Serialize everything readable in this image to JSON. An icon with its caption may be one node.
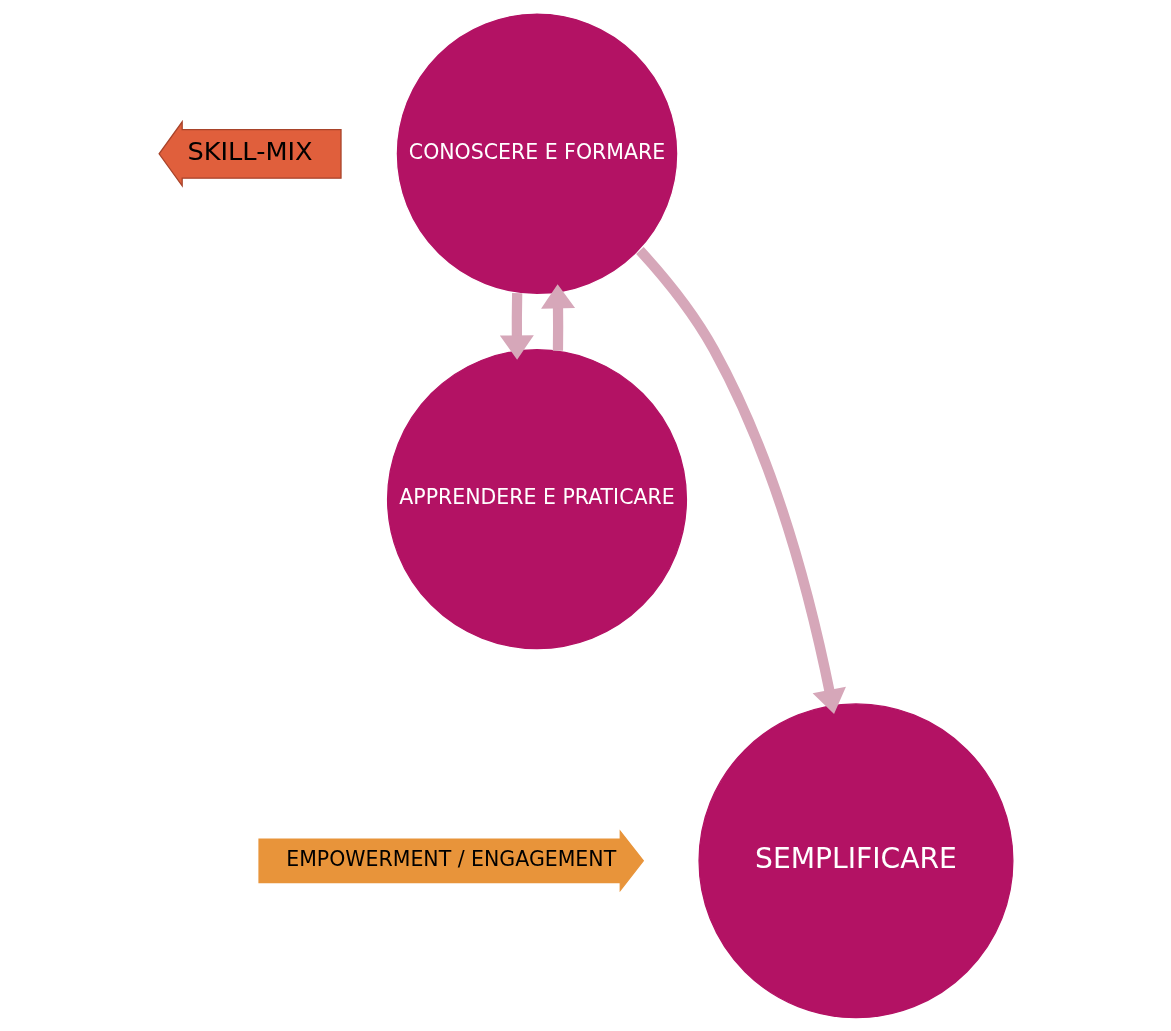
{
  "diagram": {
    "nodes": [
      {
        "text": [
          "CONOSCERE E FORMARE"
        ]
      },
      {
        "text": [
          "APPRENDERE E PRATICARE"
        ]
      },
      {
        "text": [
          "SEMPLIFICARE"
        ]
      },
      {
        "text": [
          "SKILL-MIX"
        ]
      },
      {
        "text": [
          "EMPOWERMENT / ENGAGEMENT"
        ]
      }
    ],
    "edges": [
      {
        "from": 1,
        "to": 0,
        "arrow": "to"
      },
      {
        "from": 0,
        "to": 1,
        "arrow": "to"
      },
      {
        "from": 0,
        "to": 2,
        "arrow": "to"
      }
    ]
  }
}
